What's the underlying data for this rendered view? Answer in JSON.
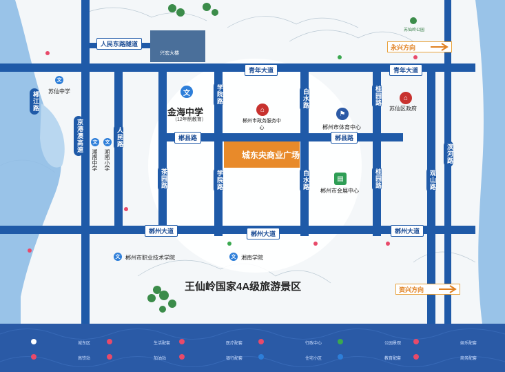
{
  "roads": {
    "renmin_tunnel": "人民东路隧道",
    "qingnian_w": "青年大道",
    "qingnian_e": "青年大道",
    "chenxian_w": "郴县路",
    "chenxian_e": "郴县路",
    "chenzhou_1": "郴州大道",
    "chenzhou_2": "郴州大道",
    "chenzhou_3": "郴州大道",
    "chenjiang": "郴江路",
    "jinggang": "京港澳高速",
    "renmin_road": "人民路",
    "xueyuan_n": "学院路",
    "xueyuan_s": "学院路",
    "chayuan": "茶园路",
    "baishui_n": "白水路",
    "baishui_s": "白水路",
    "guiyuan_n": "桂园路",
    "guiyuan_s": "桂园路",
    "guanshan": "观山路",
    "binhe": "滨河路"
  },
  "directions": {
    "yongxing": "永兴方向",
    "zixing": "资兴方向"
  },
  "places": {
    "jinhai_school": "金海中学",
    "jinhai_sub": "（12年制教育）",
    "suxian_school": "苏仙中学",
    "xiangnan_mid": "湘南中学",
    "xiangnan_pri": "湘南小学",
    "gov_service": "郴州市政务服务中心",
    "sports_center": "郴州市体育中心",
    "expo_center": "郴州市会展中心",
    "suxian_gov": "苏仙区政府",
    "vocational": "郴州市职业技术学院",
    "xiangnan_college": "湘南学院",
    "scenic": "王仙岭国家4A级旅游景区",
    "mall": "城东央商业广场",
    "billboard": "兴宏大楼",
    "suxianling_park": "苏仙岭公园"
  },
  "legend": [
    {
      "label": "城东区",
      "color": "#ffffff"
    },
    {
      "label": "生活配套",
      "color": "#e84a6a"
    },
    {
      "label": "医疗配套",
      "color": "#e84a6a"
    },
    {
      "label": "行政中心",
      "color": "#e84a6a"
    },
    {
      "label": "公园景观",
      "color": "#3aa84f"
    },
    {
      "label": "娱乐配套",
      "color": "#e84a6a"
    },
    {
      "label": "高铁站",
      "color": "#e84a6a"
    },
    {
      "label": "加油站",
      "color": "#e84a6a"
    },
    {
      "label": "银行配套",
      "color": "#e84a6a"
    },
    {
      "label": "住宅小区",
      "color": "#2d7ed9"
    },
    {
      "label": "教育配套",
      "color": "#2d7ed9"
    },
    {
      "label": "商务配套",
      "color": "#e84a6a"
    }
  ],
  "colors": {
    "road": "#1f5aa8",
    "river": "#7fb3e0",
    "accent": "#e88a2a",
    "legend_bg": "#2a5aa6"
  }
}
